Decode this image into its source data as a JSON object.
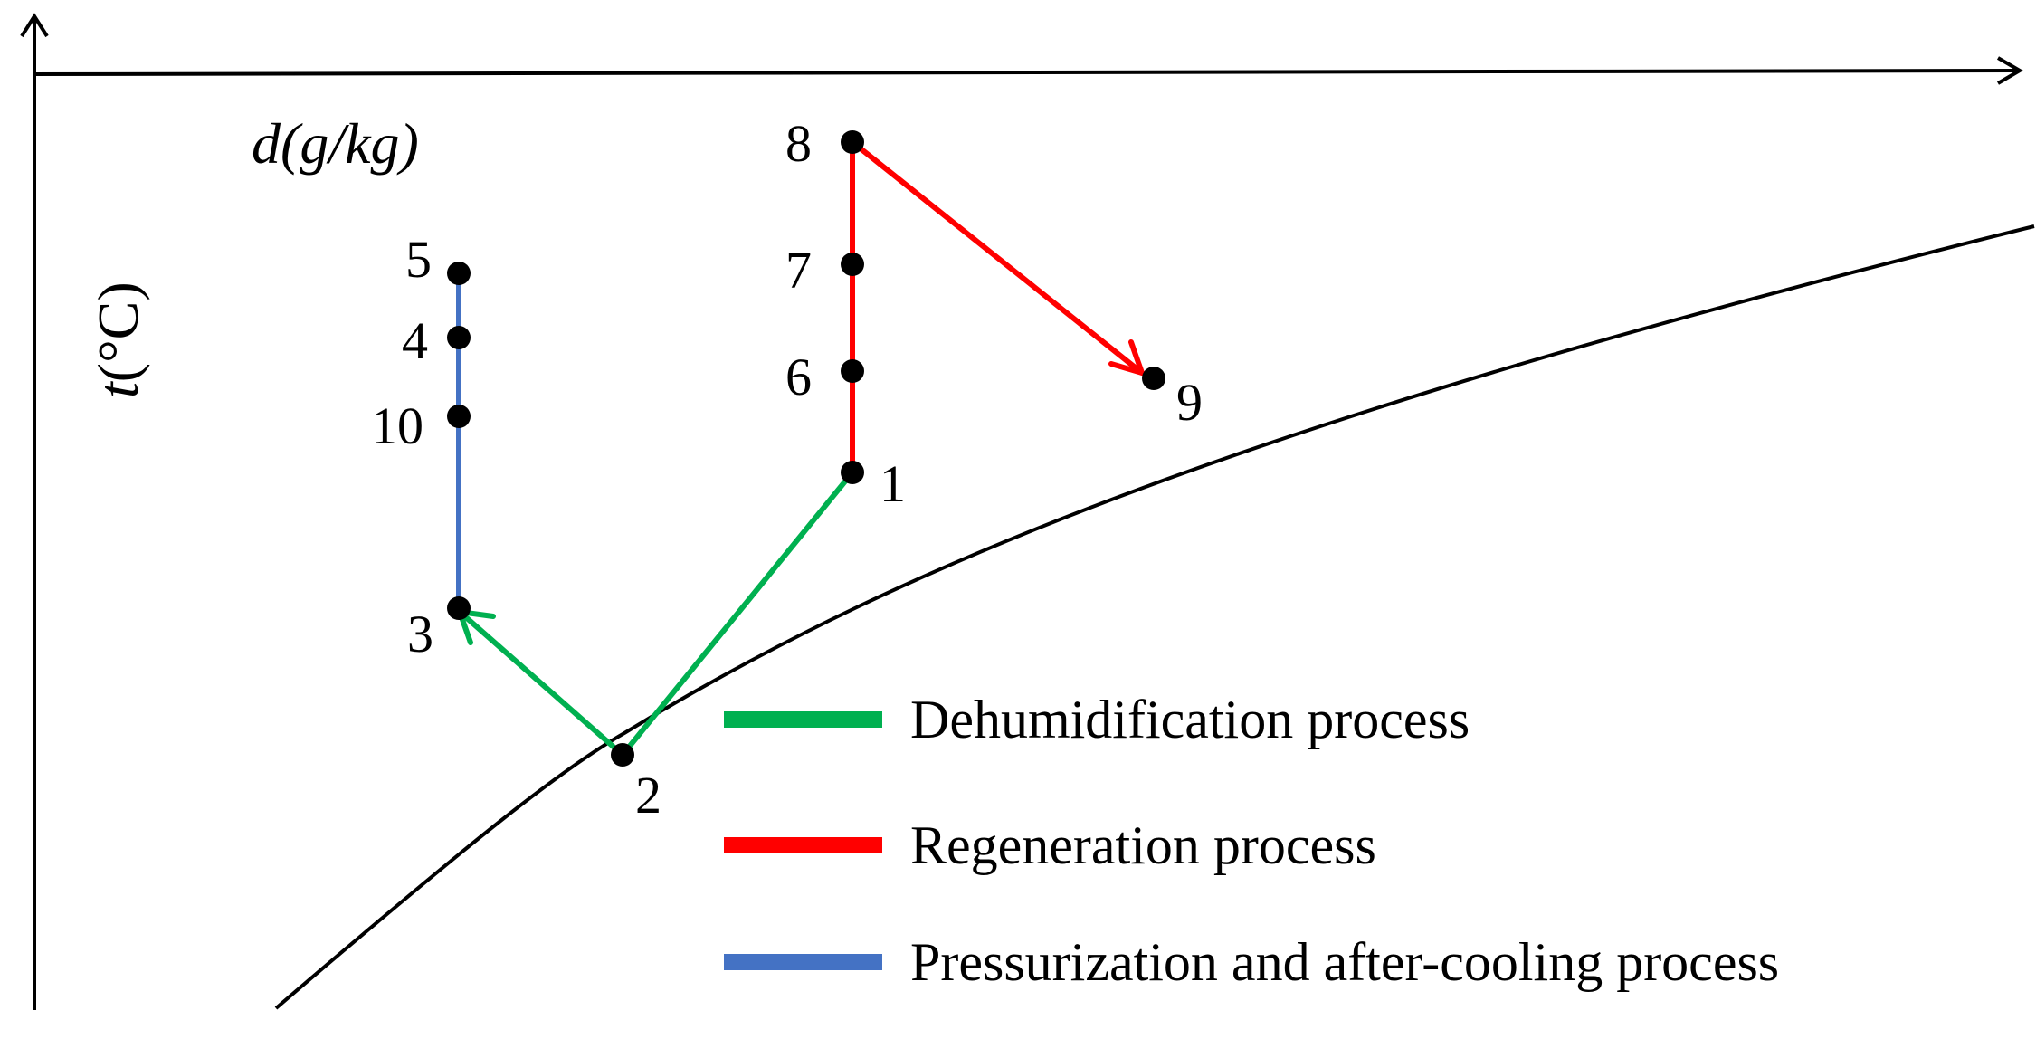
{
  "axes": {
    "x_label": {
      "var": "d",
      "unit": "(g/kg)"
    },
    "y_label": {
      "var": "t",
      "unit": "(°C)"
    }
  },
  "points": [
    {
      "id": "p1",
      "label": "1"
    },
    {
      "id": "p2",
      "label": "2"
    },
    {
      "id": "p3",
      "label": "3"
    },
    {
      "id": "p4",
      "label": "4"
    },
    {
      "id": "p5",
      "label": "5"
    },
    {
      "id": "p6",
      "label": "6"
    },
    {
      "id": "p7",
      "label": "7"
    },
    {
      "id": "p8",
      "label": "8"
    },
    {
      "id": "p9",
      "label": "9"
    },
    {
      "id": "p10",
      "label": "10"
    }
  ],
  "processes": [
    {
      "id": "dehumidification",
      "label": "Dehumidification process",
      "color": "#00b050"
    },
    {
      "id": "regeneration",
      "label": "Regeneration process",
      "color": "#ff0000"
    },
    {
      "id": "pressurization",
      "label": "Pressurization and after-cooling process",
      "color": "#4472c4"
    }
  ],
  "saturation_curve": {
    "color": "#000000"
  }
}
